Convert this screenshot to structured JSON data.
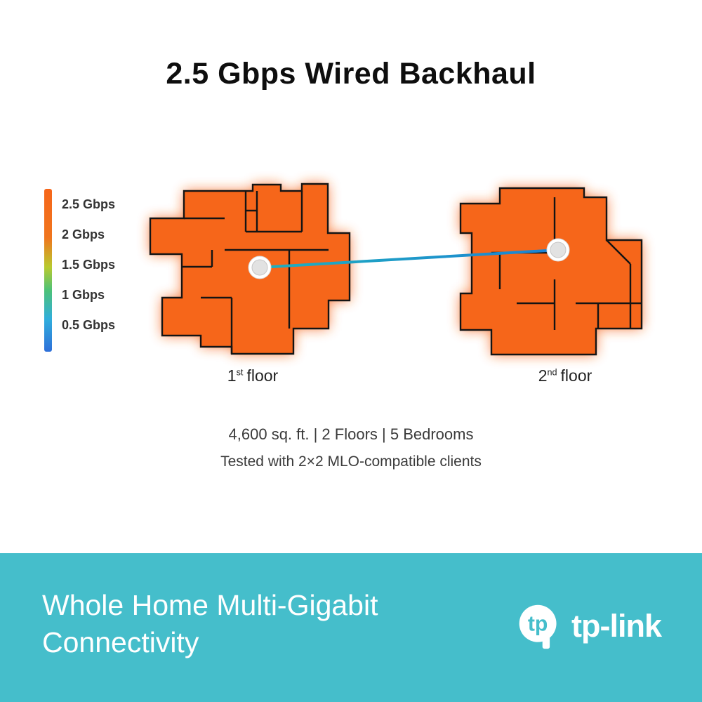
{
  "title": "2.5 Gbps Wired Backhaul",
  "legend": {
    "items": [
      "2.5 Gbps",
      "2 Gbps",
      "1.5 Gbps",
      "1 Gbps",
      "0.5 Gbps"
    ]
  },
  "floors": [
    {
      "number": "1",
      "ordinal": "st",
      "suffix": "floor"
    },
    {
      "number": "2",
      "ordinal": "nd",
      "suffix": "floor"
    }
  ],
  "specs": {
    "line1": "4,600 sq. ft. | 2 Floors | 5 Bedrooms",
    "line2": "Tested with 2×2 MLO-compatible clients"
  },
  "banner": {
    "line1": "Whole Home Multi-Gigabit",
    "line2": "Connectivity",
    "brand_monogram": "tp",
    "brand": "tp-link"
  },
  "colors": {
    "heatmap_orange": "#F6661A",
    "banner_teal": "#45BECB",
    "backhaul_line_start": "#1FB0BE",
    "backhaul_line_end": "#1C82D4",
    "legend_gradient_top_to_bottom": [
      "#F6661A",
      "#F0751D",
      "#B8CA2E",
      "#4EC276",
      "#30AEDC",
      "#2E6FD9"
    ]
  }
}
